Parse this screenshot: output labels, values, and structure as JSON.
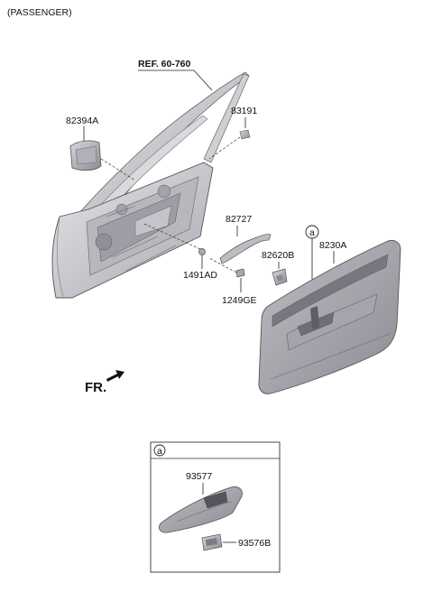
{
  "header": {
    "title": "(PASSENGER)"
  },
  "callouts": {
    "ref": "REF. 60-760",
    "p82394A": "82394A",
    "p83191": "83191",
    "p82727": "82727",
    "p1491AD": "1491AD",
    "p1249GE": "1249GE",
    "p82620B": "82620B",
    "p8230A": "8230A",
    "detail_marker": "a"
  },
  "direction": {
    "label": "FR."
  },
  "detail": {
    "marker": "a",
    "p93577": "93577",
    "p93576B": "93576B"
  },
  "colors": {
    "part_fill": "#c9c9cd",
    "part_dark": "#8e8e95",
    "part_light": "#e2e2e6",
    "outline": "#555"
  }
}
